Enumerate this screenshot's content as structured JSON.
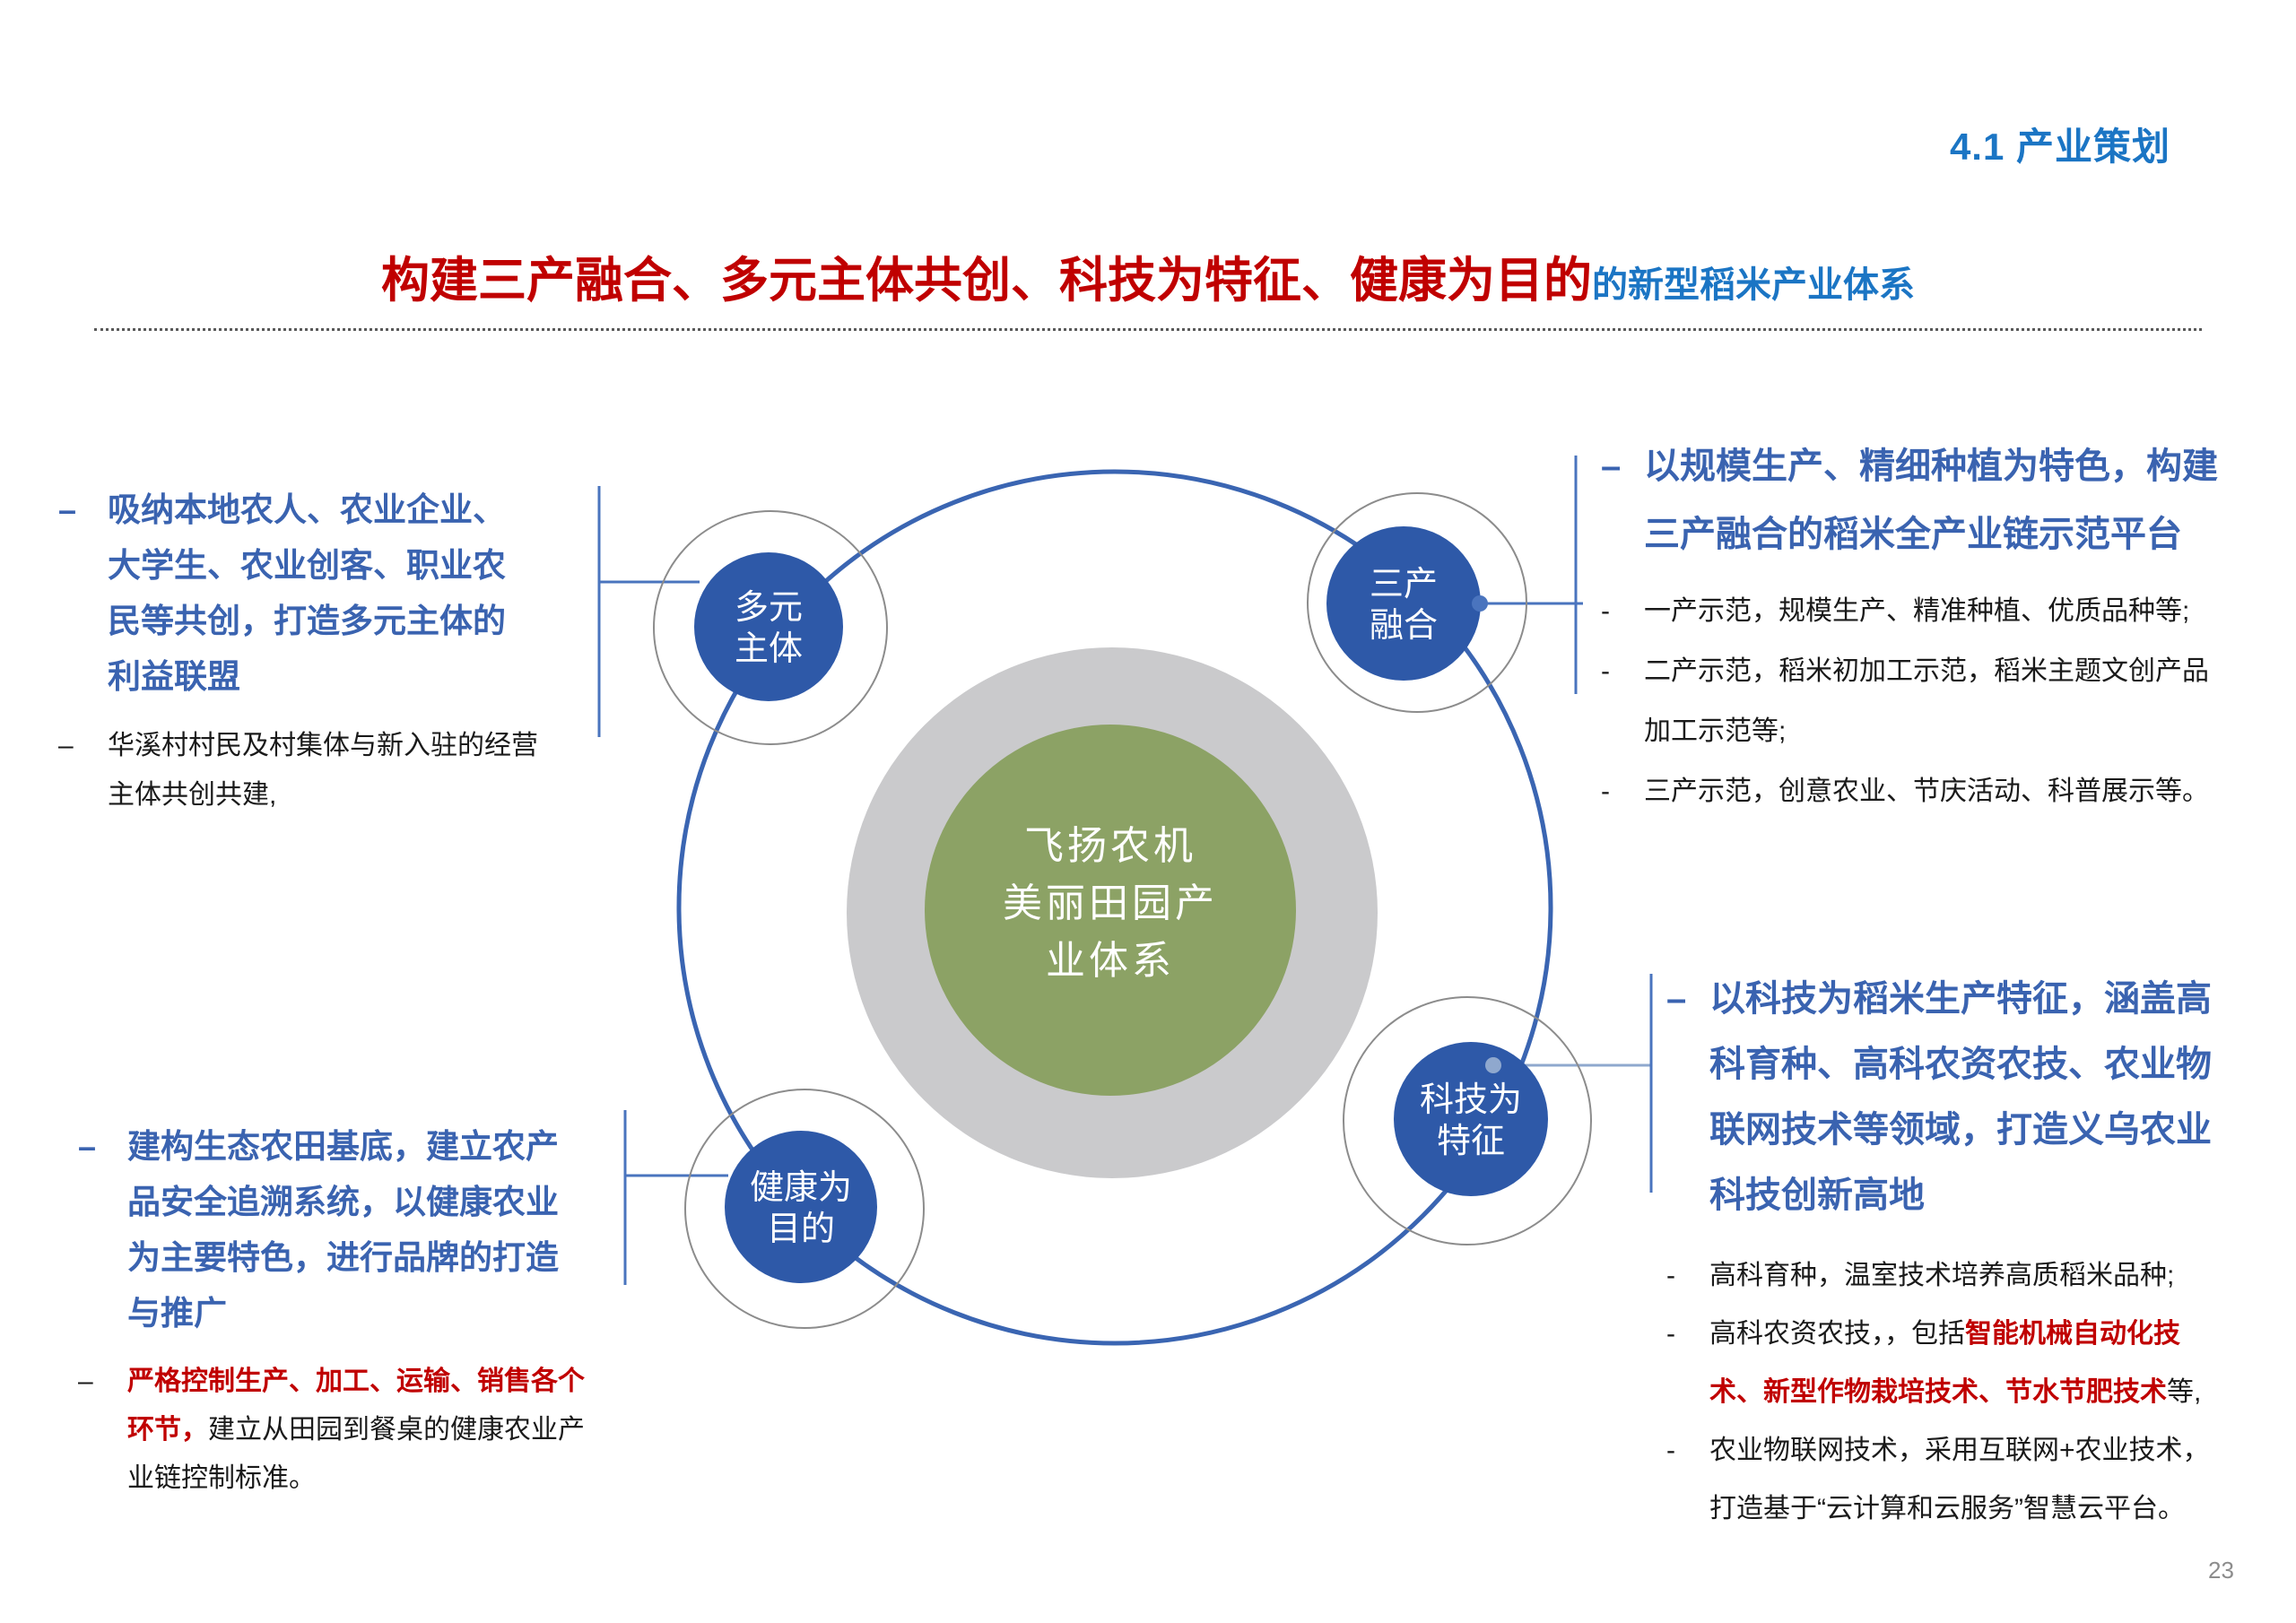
{
  "page": {
    "header": "4.1  产业策划",
    "page_number": "23"
  },
  "title": {
    "red": "构建三产融合、多元主体共创、科技为特征、健康为目的",
    "blue": "的新型稻米产业体系"
  },
  "colors": {
    "header_blue": "#1B75C4",
    "body_blue": "#3A63B0",
    "red": "#C00000",
    "node_blue": "#2E59A8",
    "arc_blue": "#3A65B2",
    "connector_blue": "#4A74BE",
    "connector_light": "#8FA8CE",
    "ring_gray": "#8C8C8C",
    "center_gray": "#CACACC",
    "center_green": "#8CA265"
  },
  "diagram": {
    "center": {
      "lines": [
        "飞扬农机",
        "美丽田园产",
        "业体系"
      ]
    },
    "nodes": [
      {
        "id": "multi-subject",
        "lines": [
          "多元",
          "主体"
        ]
      },
      {
        "id": "three-industry",
        "lines": [
          "三产",
          "融合"
        ]
      },
      {
        "id": "health-purpose",
        "lines": [
          "健康为",
          "目的"
        ]
      },
      {
        "id": "tech-feature",
        "lines": [
          "科技为",
          "特征"
        ]
      }
    ]
  },
  "blocks": {
    "left_top": {
      "bullet": "–",
      "heading": "吸纳本地农人、农业企业、大学生、农业创客、职业农民等共创，打造多元主体的利益联盟",
      "sub_bullet": "–",
      "sub": "华溪村村民及村集体与新入驻的经营主体共创共建,"
    },
    "left_bottom": {
      "bullet": "–",
      "heading": "建构生态农田基底，建立农产品安全追溯系统，以健康农业为主要特色，进行品牌的打造与推广",
      "sub_bullet": "–",
      "sub_red": "严格控制生产、加工、运输、销售各个环节，",
      "sub_black": "建立从田园到餐桌的健康农业产业链控制标准。"
    },
    "right_top": {
      "bullet": "–",
      "heading": "以规模生产、精细种植为特色，构建三产融合的稻米全产业链示范平台",
      "item_bullet": "-",
      "items": [
        "一产示范，规模生产、精准种植、优质品种等;",
        "二产示范，稻米初加工示范，稻米主题文创产品加工示范等;",
        "三产示范，创意农业、节庆活动、科普展示等。"
      ]
    },
    "right_bottom": {
      "bullet": "–",
      "heading": "以科技为稻米生产特征，涵盖高科育种、高科农资农技、农业物联网技术等领域，打造义乌农业科技创新高地",
      "item_bullet": "-",
      "item1": "高科育种，温室技术培养高质稻米品种;",
      "item2_pre": "高科农资农技，，包括",
      "item2_red": "智能机械自动化技术、新型作物栽培技术、节水节肥技术",
      "item2_post": "等,",
      "item3": "农业物联网技术，采用互联网+农业技术，打造基于“云计算和云服务”智慧云平台。"
    }
  }
}
